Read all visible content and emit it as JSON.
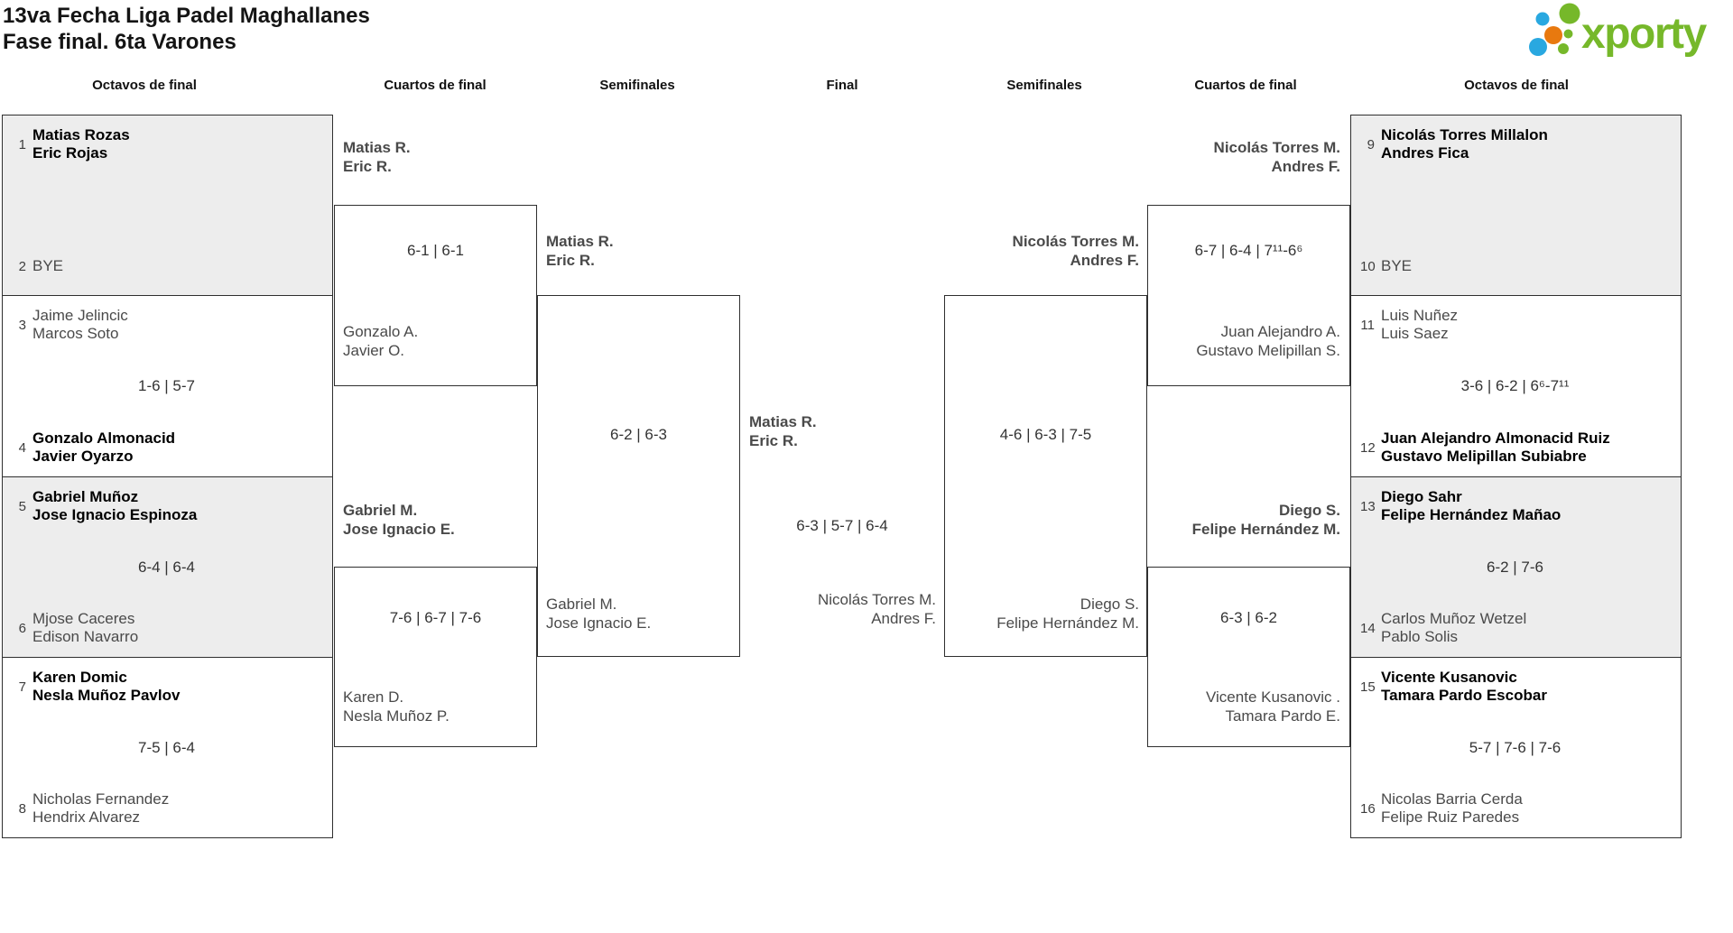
{
  "title": {
    "line1": "13va Fecha Liga Padel Maghallanes",
    "line2": "Fase final. 6ta Varones"
  },
  "logo": {
    "brand": "xporty",
    "green": "#76b82a",
    "blue": "#29a8e0",
    "orange": "#e8790f"
  },
  "headers": [
    "Octavos de final",
    "Cuartos de final",
    "Semifinales",
    "Final",
    "Semifinales",
    "Cuartos de final",
    "Octavos de final"
  ],
  "colors": {
    "box_fill": "#ededed",
    "line": "#2f2f2f",
    "winner_text": "#000000",
    "loser_text": "#4a4a4a",
    "score_text": "#333333"
  },
  "chart_data": {
    "type": "bracket",
    "title": "13va Fecha Liga Padel Maghallanes",
    "subtitle": "Fase final. 6ta Varones",
    "round_names": [
      "Octavos de final",
      "Cuartos de final",
      "Semifinales",
      "Final"
    ],
    "octavos": [
      {
        "side": "left",
        "seed1": "1",
        "team1": [
          "Matias Rozas",
          "Eric Rojas"
        ],
        "seed2": "2",
        "team2": [
          "BYE"
        ],
        "score": "",
        "winner": "top"
      },
      {
        "side": "left",
        "seed1": "3",
        "team1": [
          "Jaime Jelincic",
          "Marcos Soto"
        ],
        "seed2": "4",
        "team2": [
          "Gonzalo Almonacid",
          "Javier Oyarzo"
        ],
        "score": "1-6 | 5-7",
        "winner": "bottom"
      },
      {
        "side": "left",
        "seed1": "5",
        "team1": [
          "Gabriel Muñoz",
          "Jose Ignacio Espinoza"
        ],
        "seed2": "6",
        "team2": [
          "Mjose Caceres",
          "Edison Navarro"
        ],
        "score": "6-4 | 6-4",
        "winner": "top"
      },
      {
        "side": "left",
        "seed1": "7",
        "team1": [
          "Karen Domic",
          "Nesla Muñoz Pavlov"
        ],
        "seed2": "8",
        "team2": [
          "Nicholas Fernandez",
          "Hendrix Alvarez"
        ],
        "score": "7-5 | 6-4",
        "winner": "top"
      },
      {
        "side": "right",
        "seed1": "9",
        "team1": [
          "Nicolás Torres Millalon",
          "Andres Fica"
        ],
        "seed2": "10",
        "team2": [
          "BYE"
        ],
        "score": "",
        "winner": "top"
      },
      {
        "side": "right",
        "seed1": "11",
        "team1": [
          "Luis Nuñez",
          "Luis Saez"
        ],
        "seed2": "12",
        "team2": [
          "Juan Alejandro Almonacid Ruiz",
          "Gustavo Melipillan Subiabre"
        ],
        "score": "3-6 | 6-2 | 6⁶-7¹¹",
        "winner": "bottom"
      },
      {
        "side": "right",
        "seed1": "13",
        "team1": [
          "Diego Sahr",
          "Felipe Hernández Mañao"
        ],
        "seed2": "14",
        "team2": [
          "Carlos Muñoz Wetzel",
          "Pablo Solis"
        ],
        "score": "6-2 | 7-6",
        "winner": "top"
      },
      {
        "side": "right",
        "seed1": "15",
        "team1": [
          "Vicente Kusanovic",
          "Tamara Pardo Escobar"
        ],
        "seed2": "16",
        "team2": [
          "Nicolas Barria Cerda",
          "Felipe Ruiz Paredes"
        ],
        "score": "5-7 | 7-6 | 7-6",
        "winner": "top"
      }
    ],
    "cuartos": [
      {
        "side": "left",
        "pos": "top",
        "team1": [
          "Matias R.",
          "Eric R."
        ],
        "team2": [
          "Gonzalo A.",
          "Javier O."
        ],
        "score": "6-1 | 6-1",
        "winner": "top"
      },
      {
        "side": "left",
        "pos": "bottom",
        "team1": [
          "Gabriel M.",
          "Jose Ignacio E."
        ],
        "team2": [
          "Karen D.",
          "Nesla Muñoz P."
        ],
        "score": "7-6 | 6-7 | 7-6",
        "winner": "top"
      },
      {
        "side": "right",
        "pos": "top",
        "team1": [
          "Nicolás Torres M.",
          "Andres F."
        ],
        "team2": [
          "Juan Alejandro A.",
          "Gustavo Melipillan S."
        ],
        "score": "6-7 | 6-4 | 7¹¹-6⁶",
        "winner": "top"
      },
      {
        "side": "right",
        "pos": "bottom",
        "team1": [
          "Diego S.",
          "Felipe Hernández M."
        ],
        "team2": [
          "Vicente Kusanovic .",
          "Tamara Pardo E."
        ],
        "score": "6-3 | 6-2",
        "winner": "top"
      }
    ],
    "semifinales": [
      {
        "side": "left",
        "team1": [
          "Matias R.",
          "Eric R."
        ],
        "team2": [
          "Gabriel M.",
          "Jose Ignacio E."
        ],
        "score": "6-2 | 6-3",
        "winner": "top"
      },
      {
        "side": "right",
        "team1": [
          "Nicolás Torres M.",
          "Andres F."
        ],
        "team2": [
          "Diego S.",
          "Felipe Hernández M."
        ],
        "score": "4-6 | 6-3 | 7-5",
        "winner": "top"
      }
    ],
    "final": {
      "team1": [
        "Matias R.",
        "Eric R."
      ],
      "team2": [
        "Nicolás Torres M.",
        "Andres F."
      ],
      "score": "6-3 | 5-7 | 6-4",
      "winner": "team1"
    }
  }
}
